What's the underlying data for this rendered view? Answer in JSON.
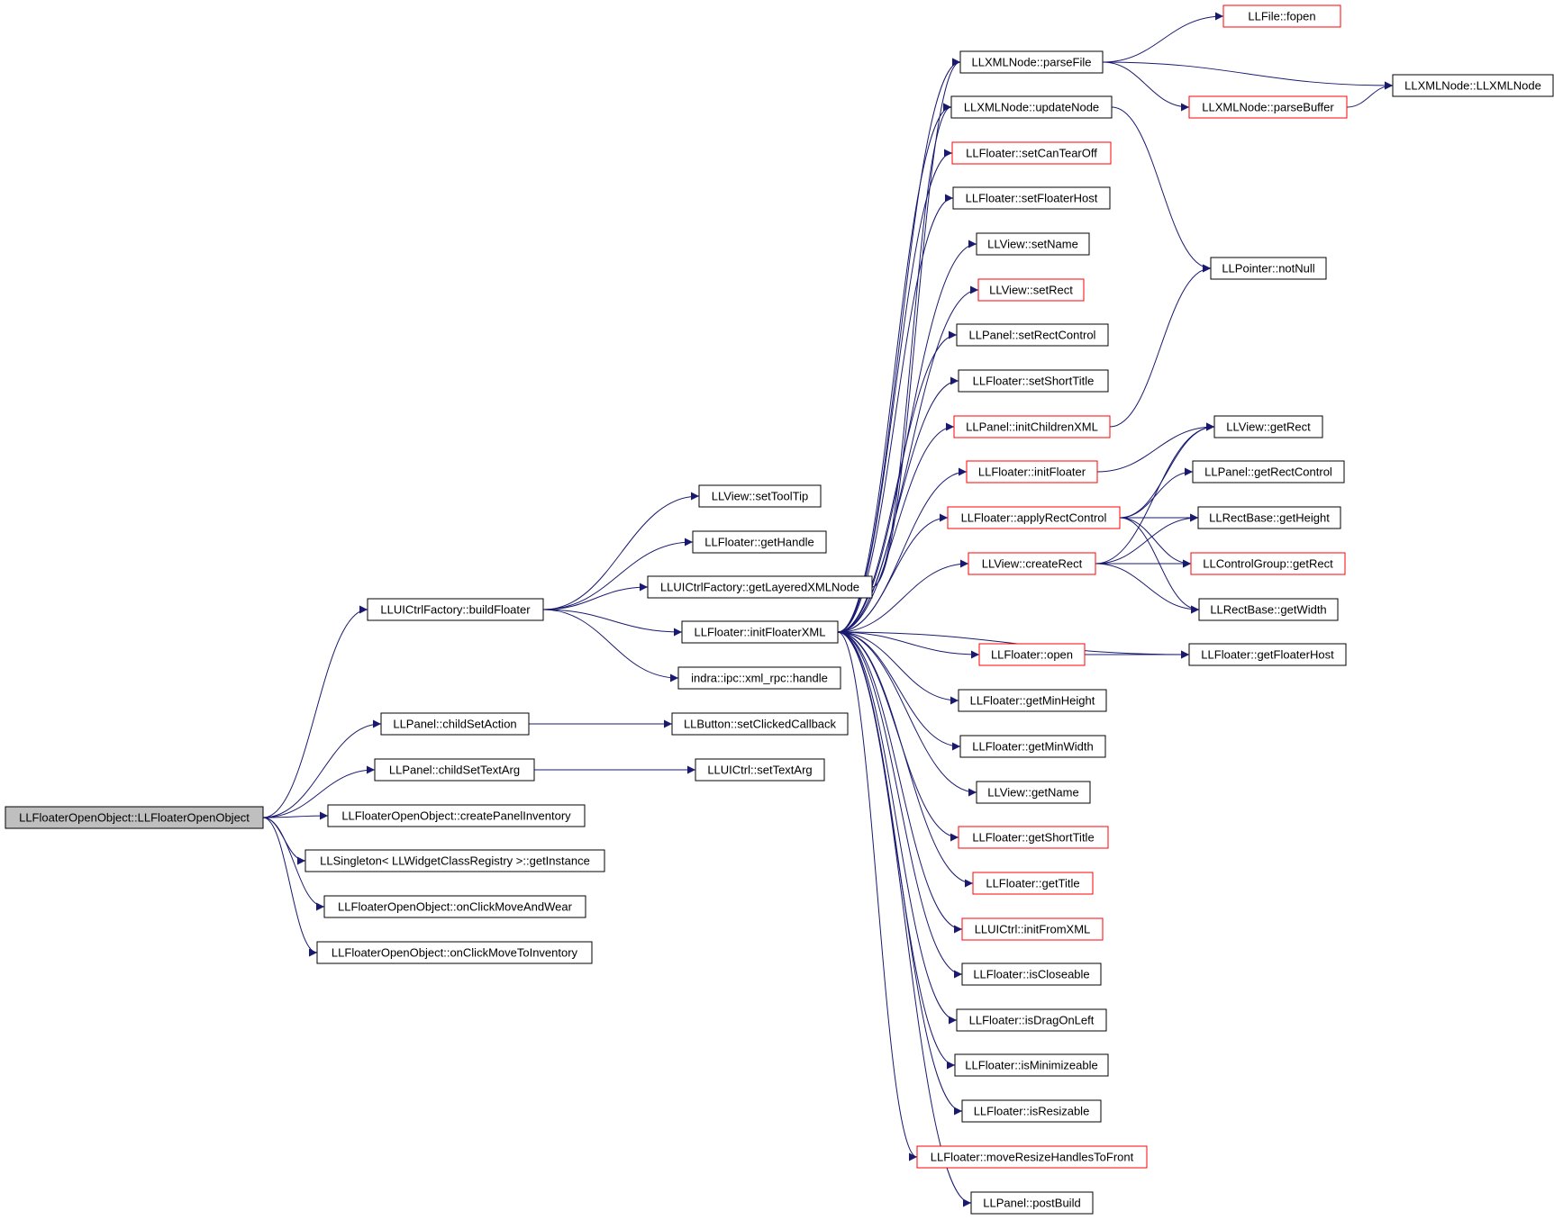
{
  "colors": {
    "edge": "#191970",
    "border_normal": "#000000",
    "border_truncated": "#ff0000",
    "root_fill": "#bfbfbf",
    "fill": "#ffffff"
  },
  "diagram": {
    "nodes": [
      {
        "id": "root",
        "label": "LLFloaterOpenObject::LLFloaterOpenObject",
        "style": "root"
      },
      {
        "id": "buildFloater",
        "label": "LLUICtrlFactory::buildFloater",
        "style": "normal"
      },
      {
        "id": "childSetAction",
        "label": "LLPanel::childSetAction",
        "style": "normal"
      },
      {
        "id": "childSetTextArg",
        "label": "LLPanel::childSetTextArg",
        "style": "normal"
      },
      {
        "id": "createPanelInventory",
        "label": "LLFloaterOpenObject::createPanelInventory",
        "style": "normal"
      },
      {
        "id": "getInstance",
        "label": "LLSingleton< LLWidgetClassRegistry >::getInstance",
        "style": "normal"
      },
      {
        "id": "onClickMoveAndWear",
        "label": "LLFloaterOpenObject::onClickMoveAndWear",
        "style": "normal"
      },
      {
        "id": "onClickMoveToInventory",
        "label": "LLFloaterOpenObject::onClickMoveToInventory",
        "style": "normal"
      },
      {
        "id": "setToolTip",
        "label": "LLView::setToolTip",
        "style": "normal"
      },
      {
        "id": "getHandle",
        "label": "LLFloater::getHandle",
        "style": "normal"
      },
      {
        "id": "getLayeredXMLNode",
        "label": "LLUICtrlFactory::getLayeredXMLNode",
        "style": "normal"
      },
      {
        "id": "initFloaterXML",
        "label": "LLFloater::initFloaterXML",
        "style": "normal"
      },
      {
        "id": "xmlRpcHandle",
        "label": "indra::ipc::xml_rpc::handle",
        "style": "normal"
      },
      {
        "id": "setClickedCallback",
        "label": "LLButton::setClickedCallback",
        "style": "normal"
      },
      {
        "id": "setTextArg",
        "label": "LLUICtrl::setTextArg",
        "style": "normal"
      },
      {
        "id": "parseFile",
        "label": "LLXMLNode::parseFile",
        "style": "normal"
      },
      {
        "id": "updateNode",
        "label": "LLXMLNode::updateNode",
        "style": "normal"
      },
      {
        "id": "setCanTearOff",
        "label": "LLFloater::setCanTearOff",
        "style": "truncated"
      },
      {
        "id": "setFloaterHost",
        "label": "LLFloater::setFloaterHost",
        "style": "normal"
      },
      {
        "id": "setName",
        "label": "LLView::setName",
        "style": "normal"
      },
      {
        "id": "setRect",
        "label": "LLView::setRect",
        "style": "truncated"
      },
      {
        "id": "setRectControl",
        "label": "LLPanel::setRectControl",
        "style": "normal"
      },
      {
        "id": "setShortTitle",
        "label": "LLFloater::setShortTitle",
        "style": "normal"
      },
      {
        "id": "initChildrenXML",
        "label": "LLPanel::initChildrenXML",
        "style": "truncated"
      },
      {
        "id": "initFloater",
        "label": "LLFloater::initFloater",
        "style": "truncated"
      },
      {
        "id": "applyRectControl",
        "label": "LLFloater::applyRectControl",
        "style": "truncated"
      },
      {
        "id": "createRect",
        "label": "LLView::createRect",
        "style": "truncated"
      },
      {
        "id": "open",
        "label": "LLFloater::open",
        "style": "truncated"
      },
      {
        "id": "getMinHeight",
        "label": "LLFloater::getMinHeight",
        "style": "normal"
      },
      {
        "id": "getMinWidth",
        "label": "LLFloater::getMinWidth",
        "style": "normal"
      },
      {
        "id": "getName",
        "label": "LLView::getName",
        "style": "normal"
      },
      {
        "id": "getShortTitle",
        "label": "LLFloater::getShortTitle",
        "style": "truncated"
      },
      {
        "id": "getTitle",
        "label": "LLFloater::getTitle",
        "style": "truncated"
      },
      {
        "id": "initFromXML",
        "label": "LLUICtrl::initFromXML",
        "style": "truncated"
      },
      {
        "id": "isCloseable",
        "label": "LLFloater::isCloseable",
        "style": "normal"
      },
      {
        "id": "isDragOnLeft",
        "label": "LLFloater::isDragOnLeft",
        "style": "normal"
      },
      {
        "id": "isMinimizeable",
        "label": "LLFloater::isMinimizeable",
        "style": "normal"
      },
      {
        "id": "isResizable",
        "label": "LLFloater::isResizable",
        "style": "normal"
      },
      {
        "id": "moveResizeHandlesToFront",
        "label": "LLFloater::moveResizeHandlesToFront",
        "style": "truncated"
      },
      {
        "id": "postBuild",
        "label": "LLPanel::postBuild",
        "style": "normal"
      },
      {
        "id": "fopen",
        "label": "LLFile::fopen",
        "style": "truncated"
      },
      {
        "id": "llxmlnode",
        "label": "LLXMLNode::LLXMLNode",
        "style": "normal"
      },
      {
        "id": "parseBuffer",
        "label": "LLXMLNode::parseBuffer",
        "style": "truncated"
      },
      {
        "id": "notNull",
        "label": "LLPointer::notNull",
        "style": "normal"
      },
      {
        "id": "getRect",
        "label": "LLView::getRect",
        "style": "normal"
      },
      {
        "id": "getRectControl",
        "label": "LLPanel::getRectControl",
        "style": "normal"
      },
      {
        "id": "getHeight",
        "label": "LLRectBase::getHeight",
        "style": "normal"
      },
      {
        "id": "controlGroupGetRect",
        "label": "LLControlGroup::getRect",
        "style": "truncated"
      },
      {
        "id": "getWidth",
        "label": "LLRectBase::getWidth",
        "style": "normal"
      },
      {
        "id": "getFloaterHost",
        "label": "LLFloater::getFloaterHost",
        "style": "normal"
      }
    ],
    "edges": [
      [
        "root",
        "buildFloater"
      ],
      [
        "root",
        "childSetAction"
      ],
      [
        "root",
        "childSetTextArg"
      ],
      [
        "root",
        "createPanelInventory"
      ],
      [
        "root",
        "getInstance"
      ],
      [
        "root",
        "onClickMoveAndWear"
      ],
      [
        "root",
        "onClickMoveToInventory"
      ],
      [
        "buildFloater",
        "setToolTip"
      ],
      [
        "buildFloater",
        "getHandle"
      ],
      [
        "buildFloater",
        "getLayeredXMLNode"
      ],
      [
        "buildFloater",
        "initFloaterXML"
      ],
      [
        "buildFloater",
        "xmlRpcHandle"
      ],
      [
        "childSetAction",
        "setClickedCallback"
      ],
      [
        "childSetTextArg",
        "setTextArg"
      ],
      [
        "getLayeredXMLNode",
        "parseFile"
      ],
      [
        "getLayeredXMLNode",
        "updateNode"
      ],
      [
        "initFloaterXML",
        "parseFile"
      ],
      [
        "initFloaterXML",
        "updateNode"
      ],
      [
        "initFloaterXML",
        "setCanTearOff"
      ],
      [
        "initFloaterXML",
        "setFloaterHost"
      ],
      [
        "initFloaterXML",
        "setName"
      ],
      [
        "initFloaterXML",
        "setRect"
      ],
      [
        "initFloaterXML",
        "setRectControl"
      ],
      [
        "initFloaterXML",
        "setShortTitle"
      ],
      [
        "initFloaterXML",
        "initChildrenXML"
      ],
      [
        "initFloaterXML",
        "initFloater"
      ],
      [
        "initFloaterXML",
        "applyRectControl"
      ],
      [
        "initFloaterXML",
        "createRect"
      ],
      [
        "initFloaterXML",
        "open"
      ],
      [
        "initFloaterXML",
        "getFloaterHost"
      ],
      [
        "initFloaterXML",
        "getMinHeight"
      ],
      [
        "initFloaterXML",
        "getMinWidth"
      ],
      [
        "initFloaterXML",
        "getName"
      ],
      [
        "initFloaterXML",
        "getShortTitle"
      ],
      [
        "initFloaterXML",
        "getTitle"
      ],
      [
        "initFloaterXML",
        "initFromXML"
      ],
      [
        "initFloaterXML",
        "isCloseable"
      ],
      [
        "initFloaterXML",
        "isDragOnLeft"
      ],
      [
        "initFloaterXML",
        "isMinimizeable"
      ],
      [
        "initFloaterXML",
        "isResizable"
      ],
      [
        "initFloaterXML",
        "moveResizeHandlesToFront"
      ],
      [
        "initFloaterXML",
        "postBuild"
      ],
      [
        "parseFile",
        "fopen"
      ],
      [
        "parseFile",
        "llxmlnode"
      ],
      [
        "parseFile",
        "parseBuffer"
      ],
      [
        "parseBuffer",
        "llxmlnode"
      ],
      [
        "updateNode",
        "notNull"
      ],
      [
        "initChildrenXML",
        "notNull"
      ],
      [
        "initFloater",
        "getRect"
      ],
      [
        "applyRectControl",
        "getRect"
      ],
      [
        "applyRectControl",
        "getRectControl"
      ],
      [
        "applyRectControl",
        "getHeight"
      ],
      [
        "applyRectControl",
        "controlGroupGetRect"
      ],
      [
        "applyRectControl",
        "getWidth"
      ],
      [
        "createRect",
        "getRect"
      ],
      [
        "createRect",
        "getHeight"
      ],
      [
        "createRect",
        "controlGroupGetRect"
      ],
      [
        "createRect",
        "getWidth"
      ],
      [
        "open",
        "getFloaterHost"
      ]
    ]
  }
}
